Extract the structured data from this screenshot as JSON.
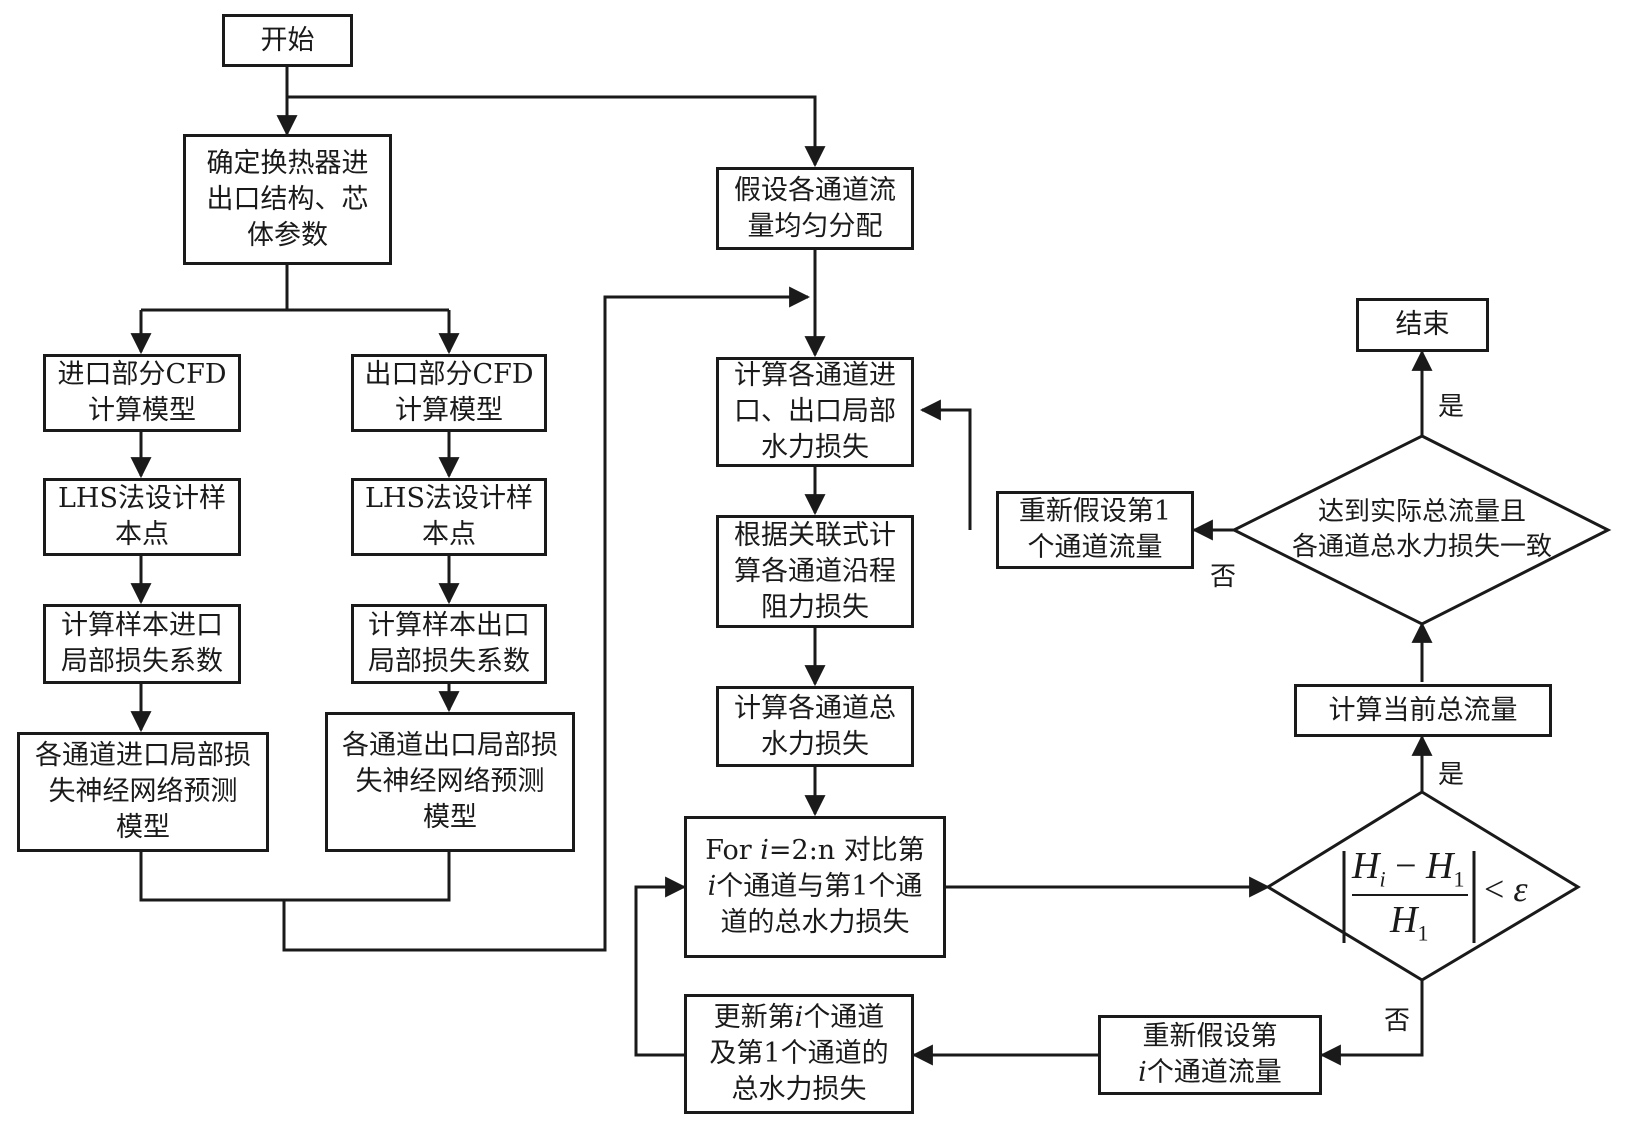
{
  "nodes": {
    "start": "开始",
    "determine_params": "确定换热器进\n出口结构、芯\n体参数",
    "inlet_cfd": "进口部分CFD\n计算模型",
    "outlet_cfd": "出口部分CFD\n计算模型",
    "lhs_inlet": "LHS法设计样\n本点",
    "lhs_outlet": "LHS法设计样\n本点",
    "calc_inlet_coef": "计算样本进口\n局部损失系数",
    "calc_outlet_coef": "计算样本出口\n局部损失系数",
    "nn_inlet": "各通道进口局部损\n失神经网络预测\n模型",
    "nn_outlet": "各通道出口局部损\n失神经网络预测\n模型",
    "assume_uniform": "假设各通道流\n量均匀分配",
    "calc_local_loss": "计算各通道进\n口、出口局部\n水力损失",
    "calc_friction_loss": "根据关联式计\n算各通道沿程\n阻力损失",
    "calc_total_loss": "计算各通道总\n水力损失",
    "compare_for": "For ",
    "compare_i": "i",
    "compare_range": "=2:n 对比第",
    "compare_line2_i": "i",
    "compare_line2": "个通道与第1个通",
    "compare_line3": "道的总水力损失",
    "update_pre": "更新第",
    "update_i": "i",
    "update_post": "个通道",
    "update_line2": "及第1个通道的",
    "update_line3": "总水力损失",
    "reassume_i_line1": "重新假设第",
    "reassume_i_i": "i",
    "reassume_i_line2": "个通道流量",
    "calc_total_flow": "计算当前总流量",
    "reassume_first": "重新假设第1\n个通道流量",
    "check_flow": "达到实际总流量且\n各通道总水力损失一致",
    "end": "结束"
  },
  "formula": {
    "H": "H",
    "sub_i": "i",
    "minus": "−",
    "sub_1": "1",
    "lt": "<",
    "eps": "ε"
  },
  "labels": {
    "yes_upper": "是",
    "yes_lower": "是",
    "no_right": "否",
    "no_left": "否"
  }
}
